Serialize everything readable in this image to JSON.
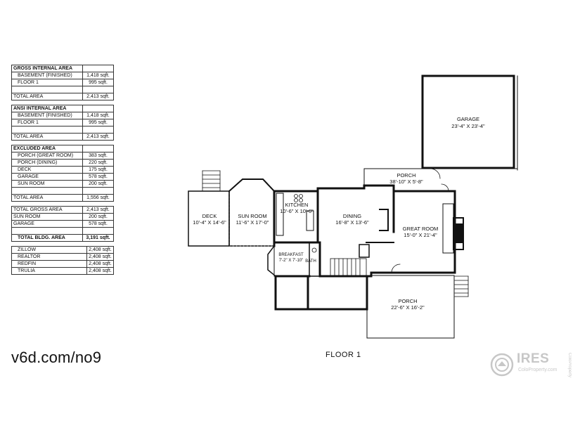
{
  "area_tables": [
    {
      "rows": [
        {
          "label": "GROSS INTERNAL AREA",
          "value": "",
          "kind": "hdr"
        },
        {
          "label": "BASEMENT (FINISHED)",
          "value": "1,418 sqft.",
          "kind": "item"
        },
        {
          "label": "FLOOR 1",
          "value": "995 sqft.",
          "kind": "item"
        },
        {
          "label": "",
          "value": "",
          "kind": "gap"
        },
        {
          "label": "TOTAL AREA",
          "value": "2,413 sqft.",
          "kind": "total"
        }
      ]
    },
    {
      "rows": [
        {
          "label": "ANSI INTERNAL AREA",
          "value": "",
          "kind": "hdr"
        },
        {
          "label": "BASEMENT (FINISHED)",
          "value": "1,418 sqft.",
          "kind": "item"
        },
        {
          "label": "FLOOR 1",
          "value": "995 sqft.",
          "kind": "item"
        },
        {
          "label": "",
          "value": "",
          "kind": "gap"
        },
        {
          "label": "TOTAL AREA",
          "value": "2,413 sqft.",
          "kind": "total"
        }
      ]
    },
    {
      "rows": [
        {
          "label": "EXCLUDED AREA",
          "value": "",
          "kind": "hdr"
        },
        {
          "label": "PORCH (GREAT ROOM)",
          "value": "383 sqft.",
          "kind": "item"
        },
        {
          "label": "PORCH (DINING)",
          "value": "220 sqft.",
          "kind": "item"
        },
        {
          "label": "DECK",
          "value": "175 sqft.",
          "kind": "item"
        },
        {
          "label": "GARAGE",
          "value": "578 sqft.",
          "kind": "item"
        },
        {
          "label": "SUN ROOM",
          "value": "200 sqft.",
          "kind": "item"
        },
        {
          "label": "",
          "value": "",
          "kind": "gap"
        },
        {
          "label": "TOTAL AREA",
          "value": "1,556 sqft.",
          "kind": "total"
        }
      ]
    },
    {
      "rows": [
        {
          "label": "TOTAL GROSS AREA",
          "value": "2,413 sqft.",
          "kind": "total"
        },
        {
          "label": "SUN ROOM",
          "value": "200 sqft.",
          "kind": "total"
        },
        {
          "label": "GARAGE",
          "value": "578 sqft.",
          "kind": "total"
        },
        {
          "label": "",
          "value": "",
          "kind": "gap"
        },
        {
          "label": "TOTAL BLDG. AREA",
          "value": "3,191 sqft.",
          "kind": "bold"
        }
      ]
    },
    {
      "rows": [
        {
          "label": "ZILLOW",
          "value": "2,408 sqft.",
          "kind": "item"
        },
        {
          "label": "REALTOR",
          "value": "2,408 sqft.",
          "kind": "item"
        },
        {
          "label": "REDFIN",
          "value": "2,408 sqft.",
          "kind": "item"
        },
        {
          "label": "TRULIA",
          "value": "2,408 sqft.",
          "kind": "item"
        }
      ]
    }
  ],
  "site_url": "v6d.com/no9",
  "floor_title": "FLOOR 1",
  "rooms": {
    "garage": {
      "name": "GARAGE",
      "dims": "23'-4\" X 23'-4\""
    },
    "porch_top": {
      "name": "PORCH",
      "dims": "38'-10\" X 5'-8\""
    },
    "deck": {
      "name": "DECK",
      "dims": "10'-4\" X 14'-6\""
    },
    "sun_room": {
      "name": "SUN ROOM",
      "dims": "11'-6\" X 17'-0\""
    },
    "kitchen": {
      "name": "KITCHEN",
      "dims": "10'-6\" X 10'-6\""
    },
    "dining": {
      "name": "DINING",
      "dims": "16'-8\" X 13'-6\""
    },
    "great_room": {
      "name": "GREAT ROOM",
      "dims": "15'-0\" X 21'-4\""
    },
    "breakfast": {
      "name": "BREAKFAST",
      "dims": "7'-2\" X 7'-10\""
    },
    "bath": {
      "name": "BATH",
      "dims": ""
    },
    "porch_bottom": {
      "name": "PORCH",
      "dims": "22'-6\" X 16'-2\""
    }
  },
  "watermark": {
    "brand": "IRES",
    "sub": "ColoProperty.com",
    "vertical": "ColoProperty"
  },
  "colors": {
    "walls": "#111111",
    "background": "#ffffff",
    "watermark": "#9a9a9a"
  }
}
